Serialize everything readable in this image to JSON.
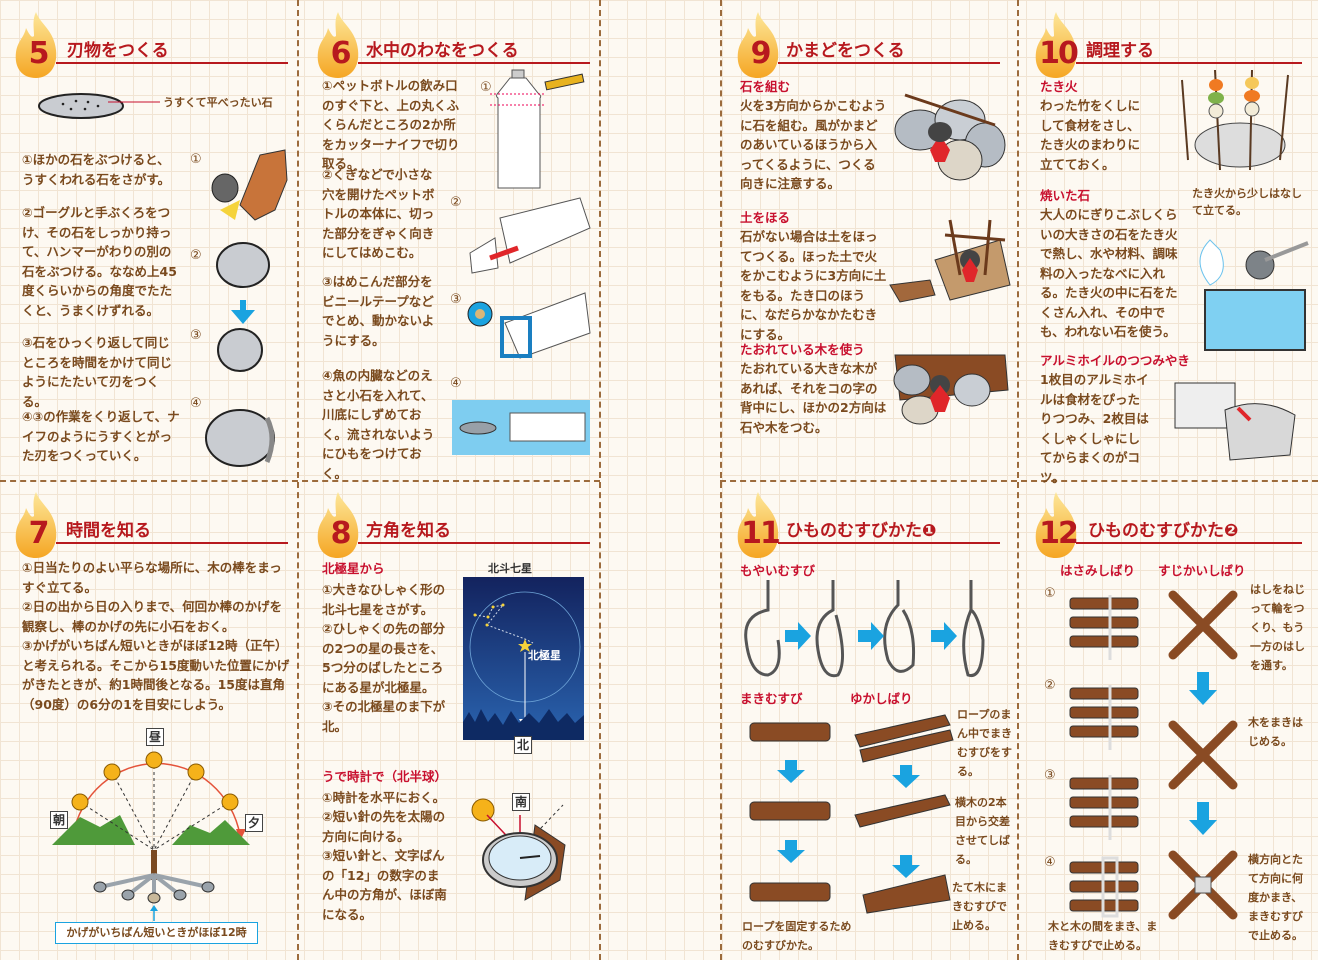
{
  "colors": {
    "title": "#b7191e",
    "subheading": "#c8102e",
    "text": "#7a4a1e",
    "arrow": "#1aa3e0",
    "flame": "#f7b733"
  },
  "sec5": {
    "num": "5",
    "title": "刃物をつくる",
    "stone_label": "うすくて平べったい石",
    "steps": [
      "①ほかの石をぶつけると、うすくわれる石をさがす。",
      "②ゴーグルと手ぶくろをつけ、その石をしっかり持って、ハンマーがわりの別の石をぶつける。ななめ上45度くらいからの角度でたたくと、うまくけずれる。",
      "③石をひっくり返して同じところを時間をかけて同じようにたたいて刃をつくる。",
      "④③の作業をくり返して、ナイフのようにうすくとがった刃をつくっていく。"
    ],
    "markers": [
      "①",
      "②",
      "③",
      "④"
    ]
  },
  "sec6": {
    "num": "6",
    "title": "水中のわなをつくる",
    "steps": [
      "①ペットボトルの飲み口のすぐ下と、上の丸くふくらんだところの2か所をカッターナイフで切り取る。",
      "②くぎなどで小さな穴を開けたペットボトルの本体に、切った部分をぎゃく向きにしてはめこむ。",
      "③はめこんだ部分をビニールテープなどでとめ、動かないようにする。",
      "④魚の内臓などのえさと小石を入れて、川底にしずめておく。流されないようにひもをつけておく。"
    ],
    "markers": [
      "①",
      "②",
      "③",
      "④"
    ]
  },
  "sec9": {
    "num": "9",
    "title": "かまどをつくる",
    "blocks": [
      {
        "heading": "石を組む",
        "text": "火を3方向からかこむように石を組む。風がかまどのあいているほうから入ってくるように、つくる向きに注意する。"
      },
      {
        "heading": "土をほる",
        "text": "石がない場合は土をほってつくる。ほった土で火をかこむように3方向に土をもる。たき口のほうに、なだらかなかたむきにする。"
      },
      {
        "heading": "たおれている木を使う",
        "text": "たおれている大きな木があれば、それをコの字の背中にし、ほかの2方向は石や木をつむ。"
      }
    ]
  },
  "sec10": {
    "num": "10",
    "title": "調理する",
    "blocks": [
      {
        "heading": "たき火",
        "text": "わった竹をくしにして食材をさし、たき火のまわりに立てておく。"
      },
      {
        "heading": "焼いた石",
        "text": "大人のにぎりこぶしくらいの大きさの石をたき火で熱し、水や材料、調味料の入ったなべに入れる。たき火の中に石をたくさん入れ、その中でも、われない石を使う。"
      },
      {
        "heading": "アルミホイルのつつみやき",
        "text": "1枚目のアルミホイルは食材をぴったりつつみ、2枚目はくしゃくしゃにしてからまくのがコツ。"
      }
    ],
    "caption": "たき火から少しはなして立てる。"
  },
  "sec7": {
    "num": "7",
    "title": "時間を知る",
    "text": [
      "①日当たりのよい平らな場所に、木の棒をまっすぐ立てる。",
      "②日の出から日の入りまで、何回か棒のかげを観察し、棒のかげの先に小石をおく。",
      "③かげがいちばん短いときがほぼ12時（正午）と考えられる。そこから15度動いた位置にかげがきたときが、約1時間後となる。15度は直角（90度）の6分の1を目安にしよう。"
    ],
    "labels": {
      "morning": "朝",
      "noon": "昼",
      "evening": "夕"
    },
    "caption": "かげがいちばん短いときがほぼ12時"
  },
  "sec8": {
    "num": "8",
    "title": "方角を知る",
    "blocks": [
      {
        "heading": "北極星から",
        "text": [
          "①大きなひしゃく形の北斗七星をさがす。",
          "②ひしゃくの先の部分の2つの星の長さを、5つ分のばしたところにある星が北極星。",
          "③その北極星のま下が北。"
        ]
      },
      {
        "heading": "うで時計で（北半球）",
        "text": [
          "①時計を水平におく。",
          "②短い針の先を太陽の方向に向ける。",
          "③短い針と、文字ばんの「12」の数字のまん中の方角が、ほぼ南になる。"
        ]
      }
    ],
    "labels": {
      "big_dipper": "北斗七星",
      "polaris": "北極星",
      "north": "北",
      "south": "南"
    }
  },
  "sec11": {
    "num": "11",
    "title": "ひものむすびかた❶",
    "headings": {
      "bowline": "もやいむすび",
      "clove": "まきむすび",
      "floor": "ゆかしばり"
    },
    "floor_steps": [
      "ロープのまん中でまきむすびをする。",
      "横木の2本目から交差させてしばる。",
      "たて木にまきむすびで止める。"
    ],
    "clove_caption": "ロープを固定するためのむすびかた。"
  },
  "sec12": {
    "num": "12",
    "title": "ひものむすびかた❷",
    "headings": {
      "square": "はさみしばり",
      "diagonal": "すじかいしばり"
    },
    "markers": [
      "①",
      "②",
      "③",
      "④"
    ],
    "diagonal_steps": [
      "はしをねじって輪をつくり、もう一方のはしを通す。",
      "木をまきはじめる。",
      "横方向とたて方向に何度かまき、まきむすびで止める。"
    ],
    "square_caption": "木と木の間をまき、まきむすびで止める。"
  }
}
